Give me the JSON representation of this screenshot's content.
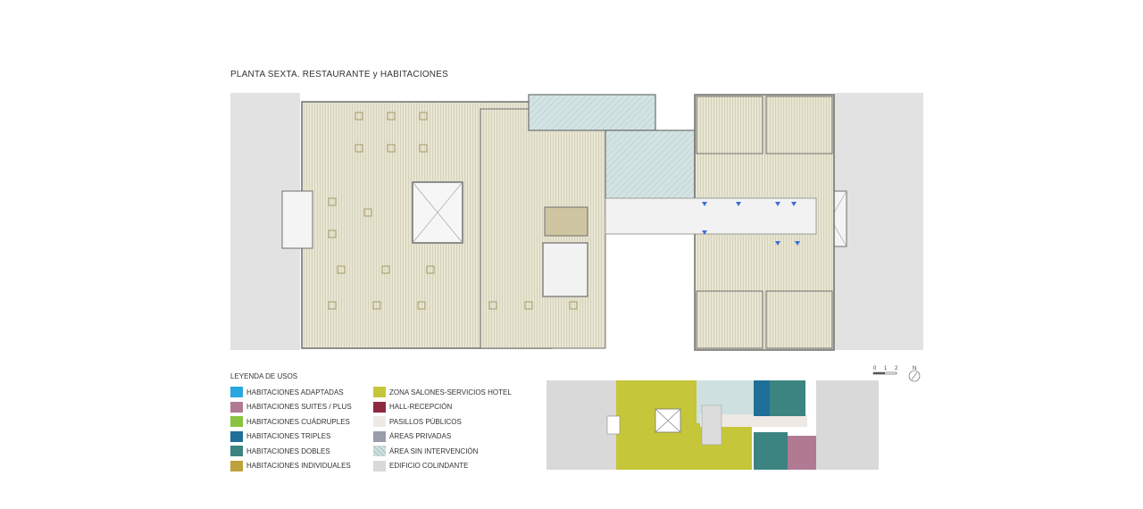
{
  "title": "PLANTA SEXTA. RESTAURANTE y HABITACIONES",
  "legend": {
    "title": "LEYENDA DE USOS",
    "col1": [
      {
        "label": "HABITACIONES ADAPTADAS",
        "color": "#29a8e0"
      },
      {
        "label": "HABITACIONES SUITES / PLUS",
        "color": "#b07a93"
      },
      {
        "label": "HABITACIONES CUÁDRUPLES",
        "color": "#8ac33f"
      },
      {
        "label": "HABITACIONES TRIPLES",
        "color": "#1f6f98"
      },
      {
        "label": "HABITACIONES DOBLES",
        "color": "#3b8482"
      },
      {
        "label": "HABITACIONES INDIVIDUALES",
        "color": "#bfa13c"
      }
    ],
    "col2": [
      {
        "label": "ZONA SALONES-SERVICIOS HOTEL",
        "color": "#c6c63a"
      },
      {
        "label": "HALL-RECEPCIÓN",
        "color": "#8e2a40"
      },
      {
        "label": "PASILLOS PÚBLICOS",
        "color": "#efe9e6"
      },
      {
        "label": "ÁREAS PRIVADAS",
        "color": "#9a9cab"
      },
      {
        "label": "ÁREA SIN INTERVENCIÓN",
        "color": "#cfe0e0",
        "pattern": "hatch"
      },
      {
        "label": "EDIFICIO COLINDANTE",
        "color": "#d9d9d9"
      }
    ]
  },
  "scale": {
    "t0": "0",
    "t1": "1",
    "t2": "2",
    "north": "N"
  },
  "colors": {
    "neighbor": "#e2e2e2",
    "floor": "#e8e6d2",
    "wall": "#6f6f6f",
    "sky": "#cfdedf",
    "corridor": "#f2f2f2",
    "marker": "#3a6fd8"
  }
}
